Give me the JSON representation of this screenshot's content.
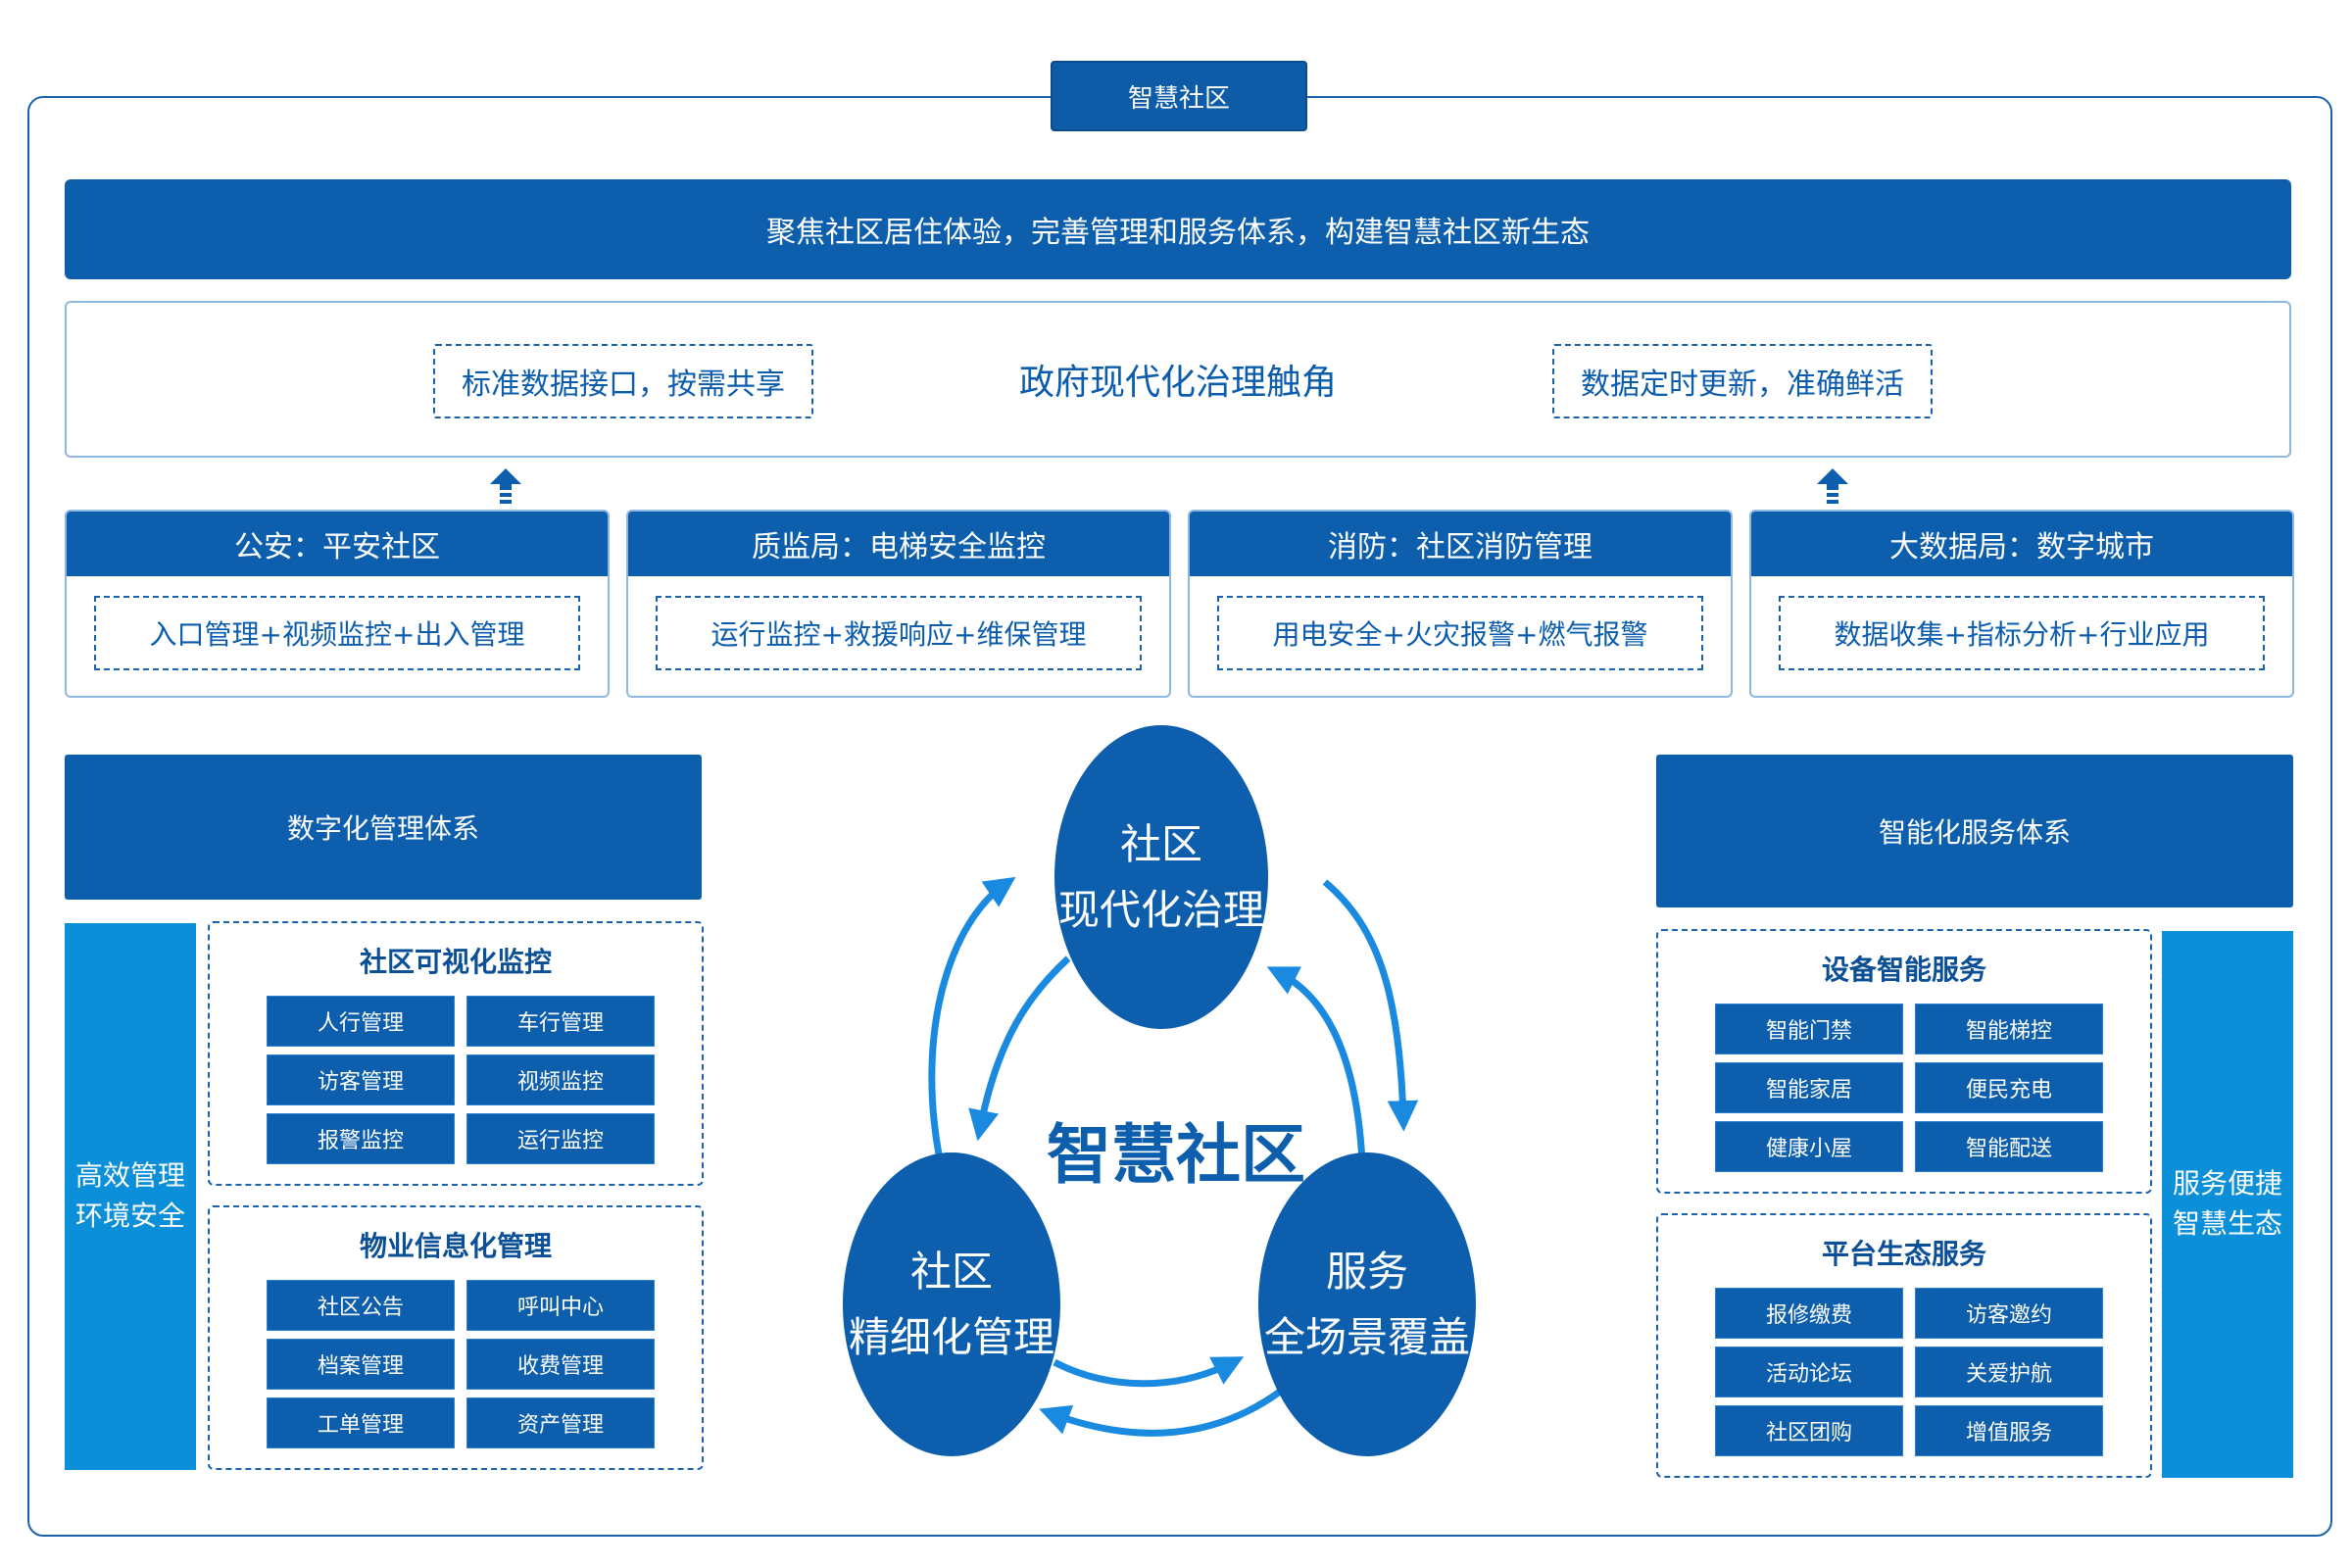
{
  "title": "智慧社区",
  "banner": "聚焦社区居住体验，完善管理和服务体系，构建智慧社区新生态",
  "gov": {
    "title": "政府现代化治理触角",
    "left": "标准数据接口，按需共享",
    "right": "数据定时更新，准确鲜活"
  },
  "depts": [
    {
      "head": "公安：平安社区",
      "body": "入口管理+视频监控+出入管理"
    },
    {
      "head": "质监局：电梯安全监控",
      "body": "运行监控+救援响应+维保管理"
    },
    {
      "head": "消防：社区消防管理",
      "body": "用电安全+火灾报警+燃气报警"
    },
    {
      "head": "大数据局：数字城市",
      "body": "数据收集+指标分析+行业应用"
    }
  ],
  "left": {
    "header": "数字化管理体系",
    "side_line1": "高效管理",
    "side_line2": "环境安全",
    "groups": [
      {
        "title": "社区可视化监控",
        "items": [
          "人行管理",
          "车行管理",
          "访客管理",
          "视频监控",
          "报警监控",
          "运行监控"
        ]
      },
      {
        "title": "物业信息化管理",
        "items": [
          "社区公告",
          "呼叫中心",
          "档案管理",
          "收费管理",
          "工单管理",
          "资产管理"
        ]
      }
    ]
  },
  "right": {
    "header": "智能化服务体系",
    "side_line1": "服务便捷",
    "side_line2": "智慧生态",
    "groups": [
      {
        "title": "设备智能服务",
        "items": [
          "智能门禁",
          "智能梯控",
          "智能家居",
          "便民充电",
          "健康小屋",
          "智能配送"
        ]
      },
      {
        "title": "平台生态服务",
        "items": [
          "报修缴费",
          "访客邀约",
          "活动论坛",
          "关爱护航",
          "社区团购",
          "增值服务"
        ]
      }
    ]
  },
  "cycle": {
    "center": "智慧社区",
    "top_l1": "社区",
    "top_l2": "现代化治理",
    "left_l1": "社区",
    "left_l2": "精细化管理",
    "right_l1": "服务",
    "right_l2": "全场景覆盖"
  },
  "colors": {
    "primary": "#0d5fad",
    "accent": "#0b8fd8",
    "border": "#8eb8df"
  }
}
